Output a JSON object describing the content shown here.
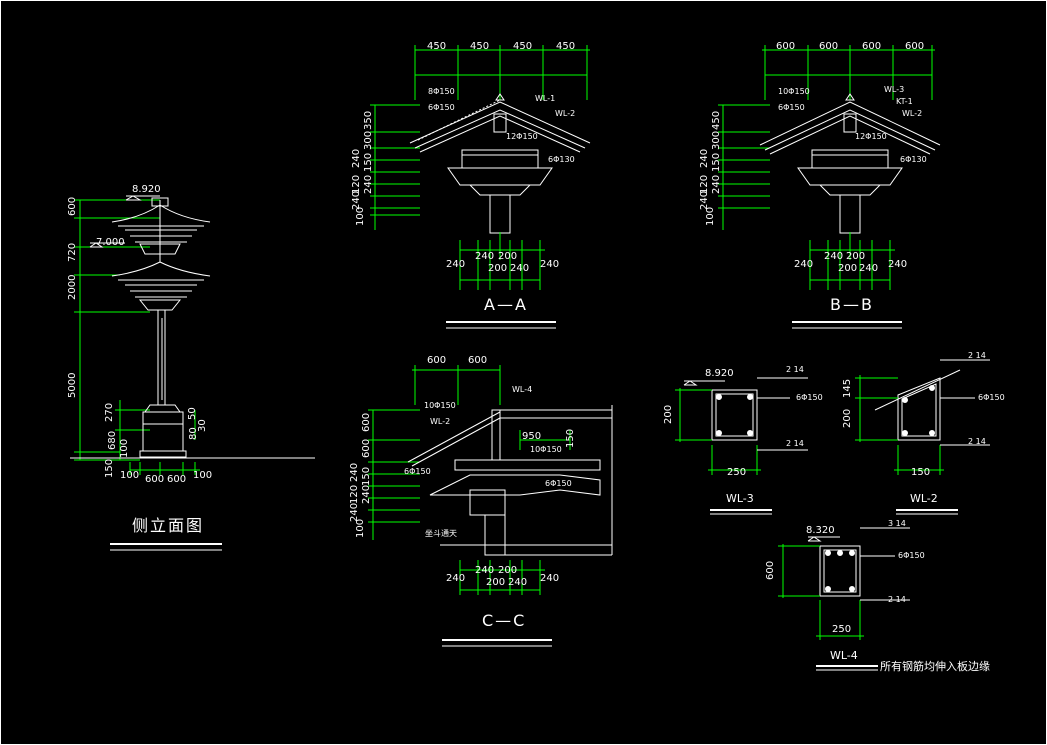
{
  "views": {
    "side": {
      "title": "侧立面图",
      "top_elev": "8.920",
      "mid_elev": "7.000",
      "v_dims": [
        "600",
        "720",
        "2000",
        "5000",
        "150"
      ],
      "v_small": [
        "270",
        "680",
        "100"
      ],
      "v_small_right": [
        "80",
        "30",
        "50"
      ],
      "h_dims": [
        "100",
        "600",
        "600",
        "100"
      ]
    },
    "aa": {
      "title": "A—A",
      "top_dims": [
        "450",
        "450",
        "450",
        "450"
      ],
      "labels": [
        "WL-1",
        "WL-2"
      ],
      "rebar": [
        "8Φ150",
        "6Φ150",
        "12Φ150",
        "6Φ130"
      ],
      "left_dims": [
        "350",
        "300",
        "240",
        "150",
        "120",
        "240",
        "240",
        "100"
      ],
      "bottom_dims_1": [
        "240",
        "240",
        "200",
        "240"
      ],
      "bottom_dims_2": [
        "200",
        "240"
      ]
    },
    "bb": {
      "title": "B—B",
      "top_dims": [
        "600",
        "600",
        "600",
        "600"
      ],
      "labels": [
        "WL-3",
        "KT-1",
        "WL-2"
      ],
      "rebar": [
        "10Φ150",
        "6Φ150",
        "12Φ150",
        "6Φ130"
      ],
      "left_dims": [
        "450",
        "300",
        "240",
        "150",
        "120",
        "240",
        "240",
        "100"
      ],
      "bottom_dims_1": [
        "240",
        "240",
        "200",
        "240"
      ],
      "bottom_dims_2": [
        "200",
        "240"
      ]
    },
    "cc": {
      "title": "C—C",
      "top_dims": [
        "600",
        "600"
      ],
      "labels": [
        "WL-4",
        "WL-2"
      ],
      "rebar": [
        "10Φ150",
        "6Φ150",
        "10Φ150",
        "6Φ150"
      ],
      "mid_dims": [
        "950",
        "150"
      ],
      "left_dims": [
        "600",
        "600",
        "240",
        "150",
        "120",
        "240",
        "240",
        "100"
      ],
      "note": "坐斗通天",
      "bottom_dims_1": [
        "240",
        "240",
        "200",
        "240"
      ],
      "bottom_dims_2": [
        "200",
        "240"
      ]
    },
    "wl3": {
      "title": "WL-3",
      "elev": "8.920",
      "height": "200",
      "width": "250",
      "top_bar": "2  14",
      "stirrup": "6Φ150",
      "bot_bar": "2  14"
    },
    "wl2": {
      "title": "WL-2",
      "height1": "145",
      "height2": "200",
      "width": "150",
      "top_bar": "2  14",
      "stirrup": "6Φ150",
      "bot_bar": "2  14"
    },
    "wl4": {
      "title": "WL-4",
      "elev": "8.320",
      "height": "600",
      "width": "250",
      "top_bar": "3  14",
      "stirrup": "6Φ150",
      "bot_bar": "2  14",
      "note": "所有钢筋均伸入板边缘"
    }
  },
  "colors": {
    "bg": "#000000",
    "line": "#ffffff",
    "dim": "#00ff00",
    "accent": "#ff0000"
  }
}
